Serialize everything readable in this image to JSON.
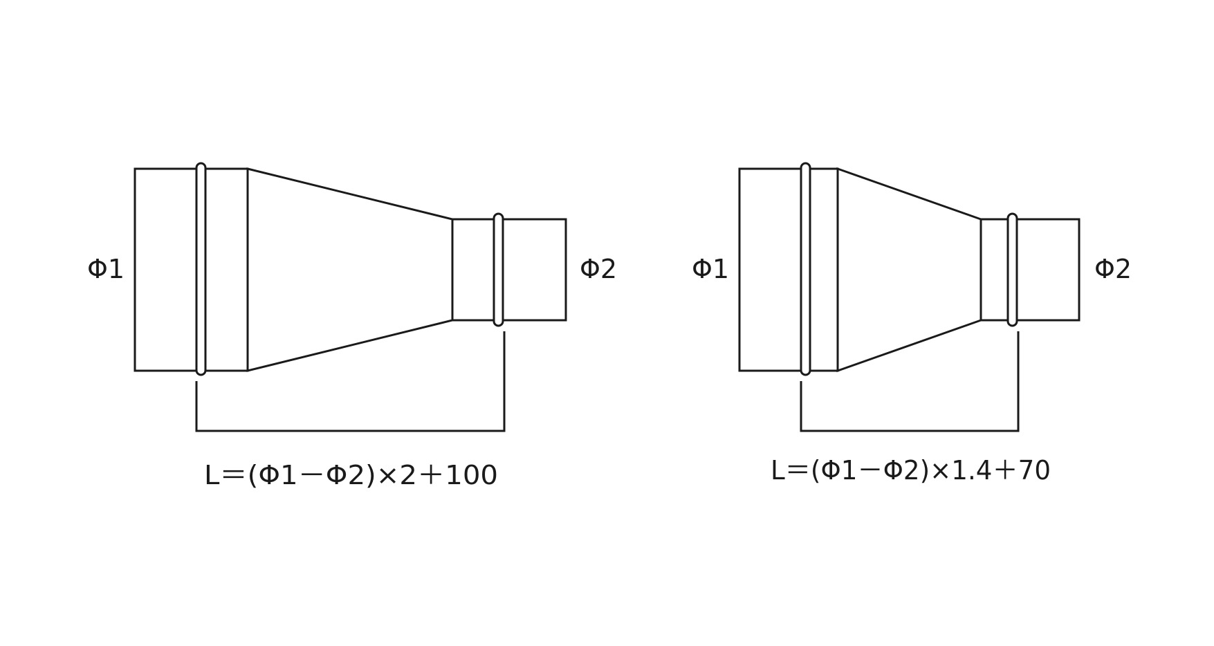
{
  "diagrams": [
    {
      "label_left": "Φ1",
      "label_right": "Φ2",
      "formula": "L＝(Φ1－Φ2)×2＋100"
    },
    {
      "label_left": "Φ1",
      "label_right": "Φ2",
      "formula": "L＝(Φ1－Φ2)×1.4＋70"
    }
  ],
  "colors": {
    "line": "#1a1a1a",
    "background": "#ffffff"
  }
}
